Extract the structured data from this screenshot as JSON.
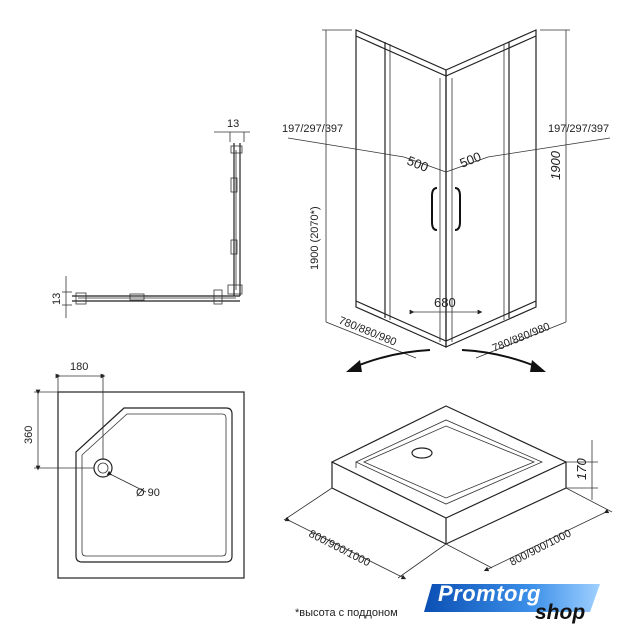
{
  "profile_view": {
    "dim_top": "13",
    "dim_left": "13"
  },
  "enclosure_view": {
    "dim_left_offset": "197/297/397",
    "dim_right_offset": "197/297/397",
    "door_left_width": "500",
    "door_right_width": "500",
    "entry_width": "680",
    "height_left": "1900 (2070*)",
    "height_right": "1900",
    "side_left": "780/880/980",
    "side_right": "780/880/980"
  },
  "tray_plan_view": {
    "cut_width": "180",
    "cut_depth": "360",
    "drain_diameter": "Ø 90"
  },
  "tray_iso_view": {
    "height": "170",
    "side_left": "800/900/1000",
    "side_right": "800/900/1000"
  },
  "footnote": "*высота с поддоном",
  "logo": {
    "main": "Promtorg",
    "sub": "shop",
    "colors": {
      "blue": "#1e6fd0",
      "light": "#6fb4ff"
    }
  }
}
